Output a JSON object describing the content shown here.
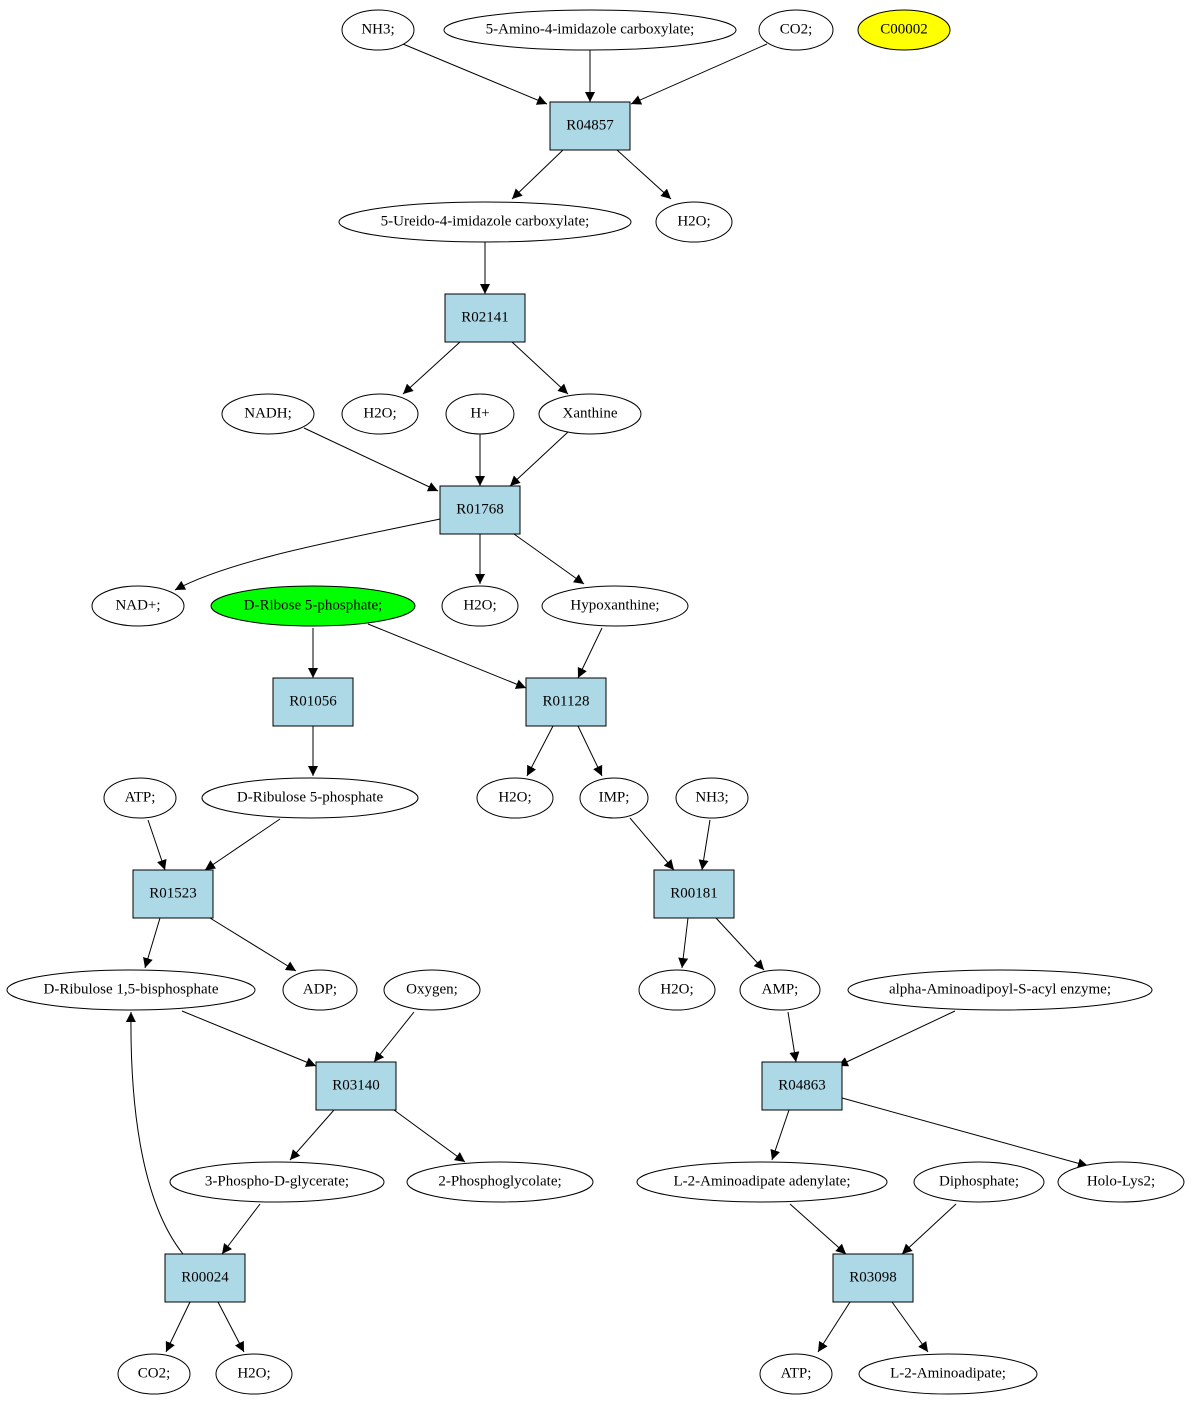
{
  "colors": {
    "reaction_fill": "#add8e6",
    "compound_fill": "#ffffff",
    "highlight_yellow": "#ffff00",
    "highlight_green": "#00ff00",
    "stroke": "#000000"
  },
  "compounds": {
    "nh3_1": "NH3;",
    "amino_imidazole": "5-Amino-4-imidazole carboxylate;",
    "co2_1": "CO2;",
    "c00002": "C00002",
    "ureido_imidazole": "5-Ureido-4-imidazole carboxylate;",
    "h2o_1": "H2O;",
    "nadh": "NADH;",
    "h2o_2": "H2O;",
    "hplus": "H+",
    "xanthine": "Xanthine",
    "nadplus": "NAD+;",
    "ribose5p": "D-Ribose 5-phosphate;",
    "h2o_3": "H2O;",
    "hypoxanthine": "Hypoxanthine;",
    "atp_1": "ATP;",
    "ribulose5p": "D-Ribulose 5-phosphate",
    "h2o_4": "H2O;",
    "imp": "IMP;",
    "nh3_2": "NH3;",
    "ribulose15bp": "D-Ribulose 1,5-bisphosphate",
    "adp": "ADP;",
    "oxygen": "Oxygen;",
    "h2o_5": "H2O;",
    "amp": "AMP;",
    "alpha_amino": "alpha-Aminoadipoyl-S-acyl enzyme;",
    "phosphoglycerate": "3-Phospho-D-glycerate;",
    "phosphoglycolate": "2-Phosphoglycolate;",
    "l2_adenylate": "L-2-Aminoadipate adenylate;",
    "diphosphate": "Diphosphate;",
    "holo_lys2": "Holo-Lys2;",
    "co2_2": "CO2;",
    "h2o_6": "H2O;",
    "atp_2": "ATP;",
    "l2_aminoadipate": "L-2-Aminoadipate;"
  },
  "reactions": {
    "r04857": "R04857",
    "r02141": "R02141",
    "r01768": "R01768",
    "r01056": "R01056",
    "r01128": "R01128",
    "r01523": "R01523",
    "r00181": "R00181",
    "r03140": "R03140",
    "r04863": "R04863",
    "r00024": "R00024",
    "r03098": "R03098"
  }
}
